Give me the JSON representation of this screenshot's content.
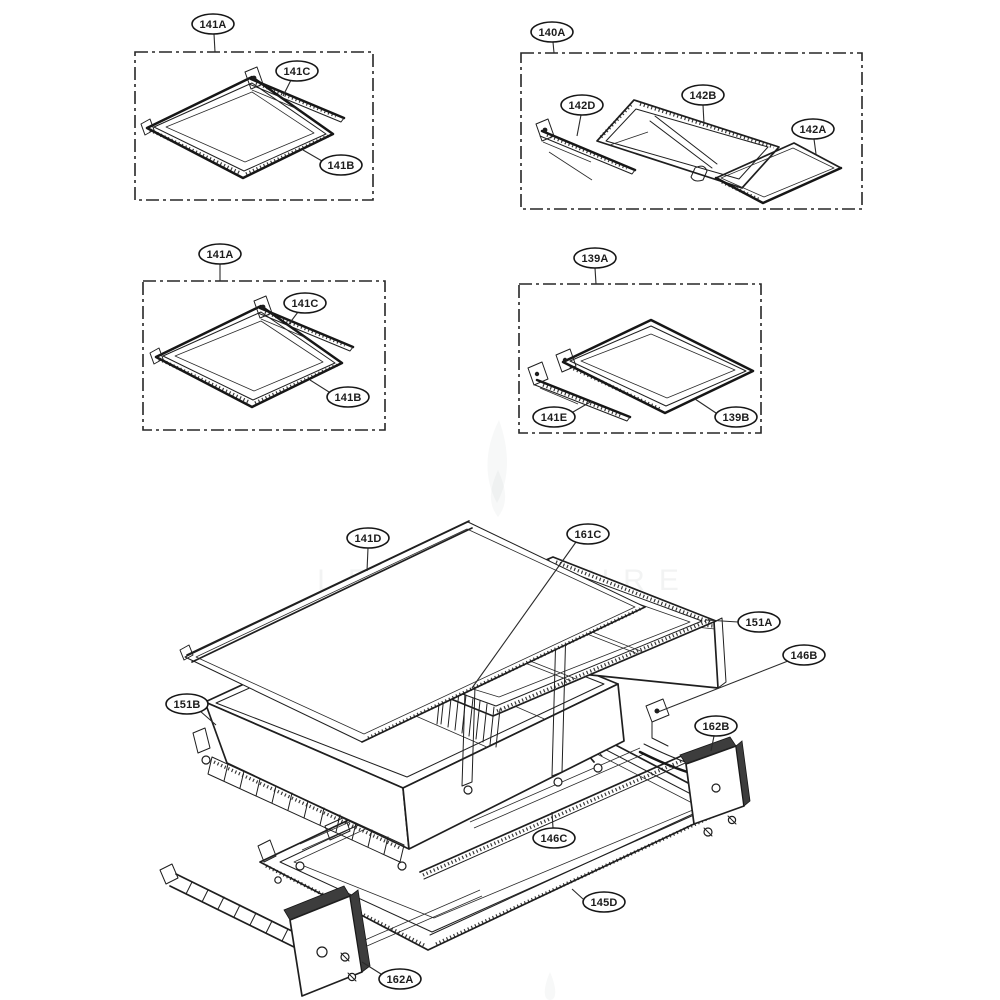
{
  "diagram_type": "appliance exploded parts diagram",
  "colors": {
    "background": "#ffffff",
    "ink": "#1f1f1f"
  },
  "watermark": {
    "text": "LEADVENTURE"
  },
  "callouts": {
    "box1_group": "141A",
    "box1_rail": "141C",
    "box1_shelf": "141B",
    "box2_group": "140A",
    "box2_rail": "142D",
    "box2_frame": "142B",
    "box2_glass": "142A",
    "box3_group": "141A",
    "box3_rail": "141C",
    "box3_shelf": "141B",
    "box4_group": "139A",
    "box4_rail": "141E",
    "box4_shelf": "139B",
    "glass": "141D",
    "divider": "161C",
    "fascia": "151A",
    "slide_hook": "146B",
    "drawer": "151B",
    "bracket_right": "162B",
    "inner_frame": "146C",
    "outer_frame": "145D",
    "bracket_left": "162A"
  }
}
